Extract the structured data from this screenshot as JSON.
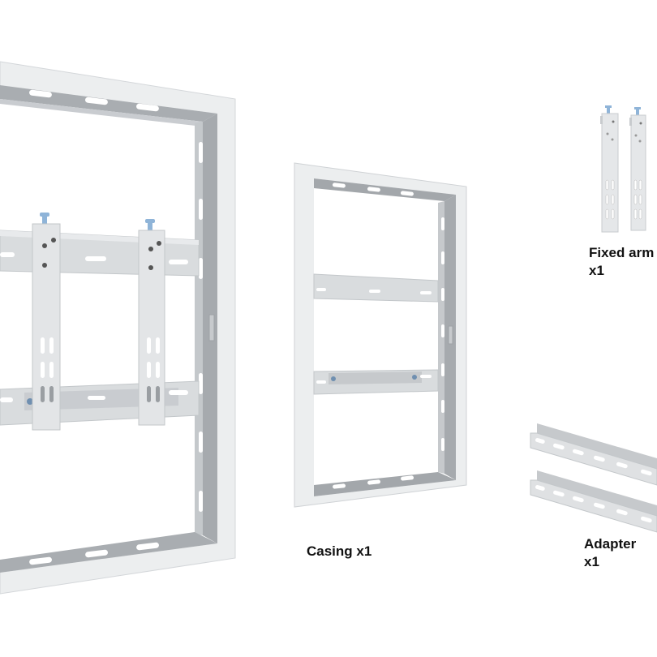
{
  "image": {
    "description": "Product component layout for a wall-mounted display enclosure",
    "background": "#ffffff"
  },
  "colors": {
    "frame_face": "#eceeef",
    "frame_edge": "#dadddf",
    "inner_channel": "#a9adb1",
    "inner_channel_dark": "#8f9398",
    "rail": "#d9dcde",
    "rail_shadow": "#c3c7ca",
    "slot": "#ffffff",
    "screw": "#8fb4d8",
    "text": "#111111"
  },
  "components": [
    {
      "id": "assembled",
      "name": "Assembled casing with fixed arms"
    },
    {
      "id": "casing",
      "name": "Casing",
      "label": "Casing x1"
    },
    {
      "id": "fixed_arm",
      "name": "Fixed arm",
      "label_line1": "Fixed arm",
      "label_line2": "x1"
    },
    {
      "id": "adapter",
      "name": "Adapter",
      "label_line1": "Adapter",
      "label_line2": "x1"
    }
  ],
  "labels": {
    "casing": "Casing x1",
    "fixed_arm_line1": "Fixed arm",
    "fixed_arm_line2": "x1",
    "adapter_line1": "Adapter",
    "adapter_line2": "x1"
  }
}
